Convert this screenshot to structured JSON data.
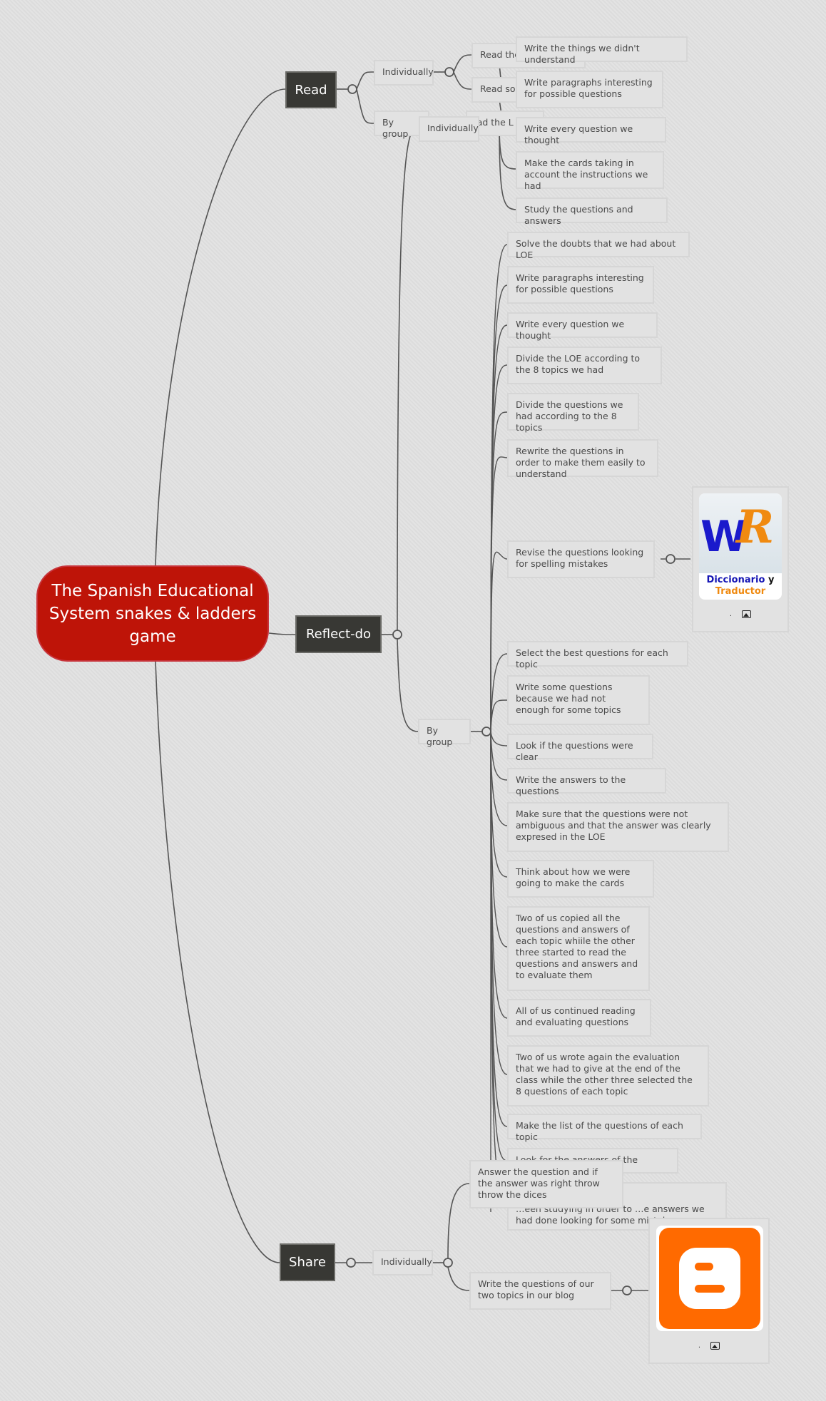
{
  "central": {
    "title": "The Spanish Educational System snakes & ladders game",
    "color": "#be1408"
  },
  "branches": {
    "read": {
      "label": "Read",
      "individually": {
        "label": "Individually",
        "children": [
          {
            "label": "Read the",
            "note": "Write the things we didn't understand"
          },
          {
            "label": "Read son",
            "note": "Write paragraphs interesting for possible questions"
          }
        ]
      },
      "by_group": {
        "label": "By group",
        "child_label": "ead the L",
        "children": [
          "Write every question we thought",
          "Make the cards taking in account the instructions we had",
          "Study the questions and answers"
        ]
      }
    },
    "reflect": {
      "label": "Reflect-do",
      "individually": {
        "label": "Individually"
      },
      "by_group": {
        "label": "By group",
        "children": [
          "Solve the doubts that we had about LOE",
          "Write paragraphs interesting for possible questions",
          "Write every question we thought",
          "Divide the LOE according to the 8 topics we had",
          "Divide the questions we had according to the 8 topics",
          "Rewrite the questions in order to make them easily to understand",
          "Revise the questions looking for spelling mistakes",
          "Select the best questions for each topic",
          "Write some questions because we had not enough for some topics",
          "Look if the questions were clear",
          "Write the answers to the questions",
          "Make sure that the questions were not ambiguous and that the answer was clearly expresed in the LOE",
          "Think about how we were going to make the cards",
          "Two of us copied all the questions and answers of each topic whiile the other three started to read the questions and answers and to evaluate them",
          "All of us continued reading and evaluating questions",
          "Two of us wrote again the evaluation that we had to give at the end of the class while the other three selected the 8 questions of each topic",
          "Make the list of the questions of each topic",
          "Look for the answers of the questions",
          "…een studying in order to …e answers we had done looking for some mistakes"
        ],
        "image_card": {
          "title_blue": "Diccionario",
          "title_y": "y",
          "title_orange": "Traductor",
          "caption": "."
        }
      }
    },
    "share": {
      "label": "Share",
      "individually": {
        "label": "Individually",
        "children": [
          "Answer the question and if  the answer was right throw throw the dices",
          "Write the questions of our two topics in our blog"
        ]
      },
      "image_card": {
        "caption": ".",
        "color": "#ff6a00"
      }
    }
  }
}
